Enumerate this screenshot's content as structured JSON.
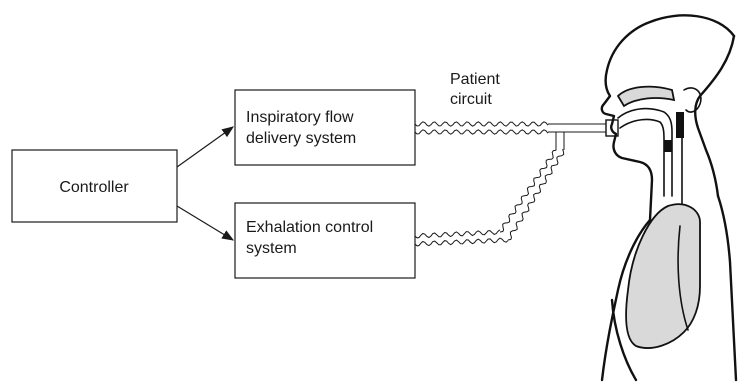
{
  "diagram": {
    "controller_label": "Controller",
    "inspiratory_label": [
      "Inspiratory flow",
      "delivery system"
    ],
    "exhalation_label": [
      "Exhalation control",
      "system"
    ],
    "patient_circuit_label": [
      "Patient",
      "circuit"
    ]
  },
  "colors": {
    "line": "#1a1a1a",
    "lung_fill": "#d9d9d9",
    "background": "#ffffff"
  }
}
